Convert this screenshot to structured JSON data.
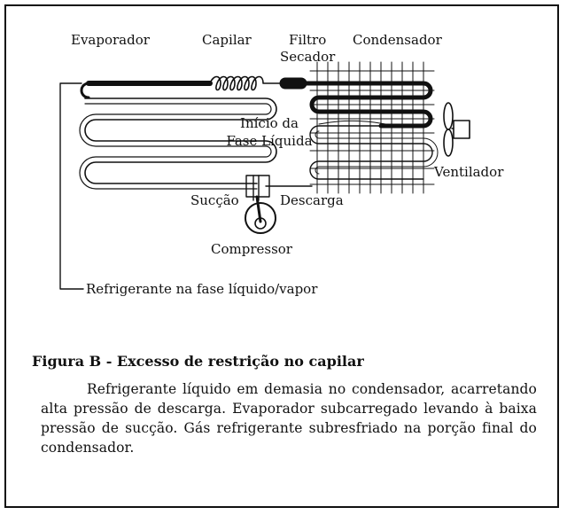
{
  "labels": {
    "evaporador": "Evaporador",
    "capilar": "Capilar",
    "filtro_line1": "Filtro",
    "filtro_line2": "Secador",
    "condensador": "Condensador",
    "inicio_line1": "Início da",
    "inicio_line2": "Fase Líquida",
    "ventilador": "Ventilador",
    "succao": "Sucção",
    "descarga": "Descarga",
    "compressor": "Compressor",
    "refrigerante": "Refrigerante na fase líquido/vapor"
  },
  "figure": {
    "caption": "Figura B - Excesso de restrição no capilar",
    "description": "Refrigerante líquido em demasia no condensador, acarretando alta pressão de descarga. Evaporador subcarregado levando à baixa pressão de sucção. Gás refrigerante subresfriado na porção final do condensador."
  }
}
